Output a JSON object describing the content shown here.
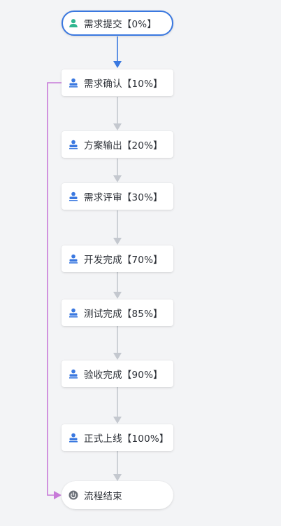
{
  "colors": {
    "start_border": "#3a78e0",
    "start_edge": "#3a78e0",
    "gray_edge": "#c4c8cf",
    "reject_edge": "#c77ad8",
    "user_icon": "#3a78e0",
    "start_user_icon": "#2fb68f",
    "end_icon": "#6b7078"
  },
  "nodes": [
    {
      "id": "start",
      "label": "需求提交【0%】",
      "icon": "user-icon"
    },
    {
      "id": "confirm",
      "label": "需求确认【10%】",
      "icon": "user-icon"
    },
    {
      "id": "plan",
      "label": "方案输出【20%】",
      "icon": "user-icon"
    },
    {
      "id": "review",
      "label": "需求评审【30%】",
      "icon": "user-icon"
    },
    {
      "id": "dev",
      "label": "开发完成【70%】",
      "icon": "user-icon"
    },
    {
      "id": "test",
      "label": "测试完成【85%】",
      "icon": "user-icon"
    },
    {
      "id": "accept",
      "label": "验收完成【90%】",
      "icon": "user-icon"
    },
    {
      "id": "online",
      "label": "正式上线【100%】",
      "icon": "user-icon"
    },
    {
      "id": "end",
      "label": "流程结束",
      "icon": "power-icon"
    }
  ]
}
